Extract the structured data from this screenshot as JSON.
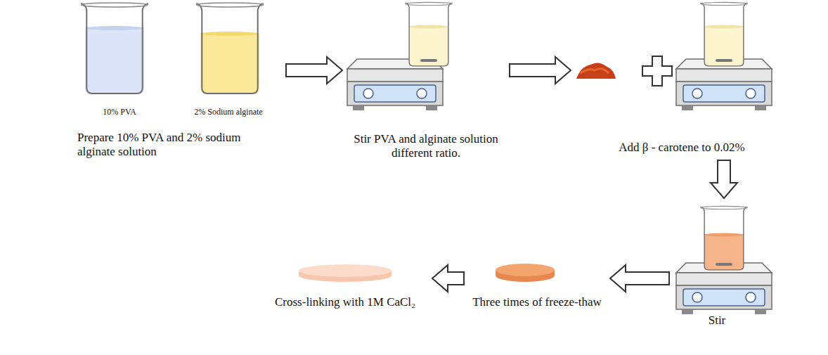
{
  "diagram": {
    "nodes": [
      {
        "text": [
          "Prepare 10% PVA and 2% sodium alginate solution"
        ]
      },
      {
        "text": [
          "10% PVA"
        ],
        "in": 0
      },
      {
        "text": [
          "2% Sodium alginate"
        ],
        "in": 0
      },
      {
        "text": [
          "Stir PVA and alginate solution different ratio."
        ]
      },
      {
        "text": [
          "Add β - carotene to 0.02%"
        ]
      },
      {
        "text": [
          "Stir"
        ]
      },
      {
        "text": [
          "Three times of freeze-thaw"
        ]
      },
      {
        "text": [
          "Cross-linking with 1M CaCl₂"
        ]
      }
    ],
    "edges": [
      {
        "from": 0,
        "to": 3,
        "arrow": "to"
      },
      {
        "from": 3,
        "to": 4,
        "arrow": "to"
      },
      {
        "from": 4,
        "to": 5,
        "arrow": "to"
      },
      {
        "from": 5,
        "to": 6,
        "arrow": "to"
      },
      {
        "from": 6,
        "to": 7,
        "arrow": "to"
      }
    ]
  }
}
